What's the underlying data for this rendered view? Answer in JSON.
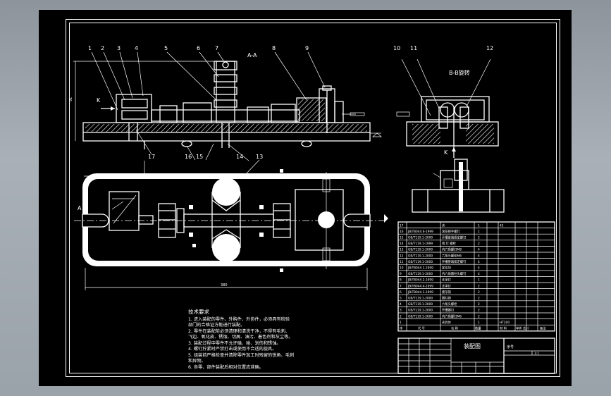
{
  "view_labels": {
    "section_aa": "A-A",
    "section_bb": "B-B旋转",
    "view_k_top": "K",
    "view_k_side": "K",
    "arrow_a": "A"
  },
  "part_callouts": [
    "1",
    "2",
    "3",
    "4",
    "5",
    "6",
    "7",
    "8",
    "9",
    "10",
    "11",
    "12",
    "13",
    "14",
    "15",
    "16",
    "17"
  ],
  "dimensions": {
    "height": "91",
    "length": "380"
  },
  "tech_notes": {
    "title": "技术要求",
    "lines": [
      "1. 进入装配的零件、外购件、外协件，必须具有检验",
      "部门的合格证方能进行装配。",
      "2. 零件在装配前必须清理和清洗干净，不得有毛刺、",
      "飞边、氧化皮、锈蚀、切屑、油污、着色剂和灰尘等。",
      "3. 装配过程中零件不允许磕、碰、划伤和锈蚀。",
      "4. 螺钉拧紧时严禁打击或使用不合适的旋具。",
      "5. 组装前严格检查并清除零件加工时残留的锐角、毛刺",
      "和异物。",
      "6. 各零、部件装配后相对位置应准确。"
    ]
  },
  "bom": {
    "rows": [
      {
        "no": "17",
        "code": "",
        "name": "夹",
        "qty": "1",
        "mat": "45",
        "note": ""
      },
      {
        "no": "16",
        "code": "JB/T8044.6-1999",
        "name": "滚花把手螺钉",
        "qty": "1",
        "mat": "",
        "note": ""
      },
      {
        "no": "15",
        "code": "GB/T119.1-2000",
        "name": "开槽锥端紧定螺钉",
        "qty": "2",
        "mat": "",
        "note": ""
      },
      {
        "no": "14",
        "code": "GB/T119.1-1999",
        "name": "销 钉 螺栓",
        "qty": "2",
        "mat": "",
        "note": ""
      },
      {
        "no": "13",
        "code": "GB/T119.1-2000",
        "name": "内六角螺钉M8",
        "qty": "4",
        "mat": "",
        "note": ""
      },
      {
        "no": "12",
        "code": "GB/T119.1-2000",
        "name": "六角头螺栓M6",
        "qty": "4",
        "mat": "",
        "note": ""
      },
      {
        "no": "11",
        "code": "GB/T119.1-2000",
        "name": "开槽锥端紧定螺钉",
        "qty": "4",
        "mat": "",
        "note": ""
      },
      {
        "no": "10",
        "code": "JB/T8044.1-1999",
        "name": "定位块",
        "qty": "4",
        "mat": "",
        "note": ""
      },
      {
        "no": "9",
        "code": "GB/T119.1-2000",
        "name": "内六角圆柱头螺钉",
        "qty": "4",
        "mat": "",
        "note": ""
      },
      {
        "no": "8",
        "code": "JB/T8044.2-1999",
        "name": "支承钉",
        "qty": "1",
        "mat": "",
        "note": ""
      },
      {
        "no": "7",
        "code": "JB/T8044.4-1999",
        "name": "支承钉",
        "qty": "2",
        "mat": "",
        "note": ""
      },
      {
        "no": "6",
        "code": "JB/T8044.1-1999",
        "name": "菱形销",
        "qty": "2",
        "mat": "",
        "note": ""
      },
      {
        "no": "5",
        "code": "GB/T119.1-2000",
        "name": "圆柱销",
        "qty": "2",
        "mat": "",
        "note": ""
      },
      {
        "no": "4",
        "code": "GB/T119.1-2000",
        "name": "六角头螺栓",
        "qty": "2",
        "mat": "",
        "note": ""
      },
      {
        "no": "3",
        "code": "GB/T119.1-2000",
        "name": "开槽螺钉",
        "qty": "2",
        "mat": "",
        "note": ""
      },
      {
        "no": "2",
        "code": "GB/T119.1-2000",
        "name": "内六角螺钉M6",
        "qty": "2",
        "mat": "",
        "note": ""
      },
      {
        "no": "1",
        "code": "",
        "name": "夹具体",
        "qty": "1",
        "mat": "HT200",
        "note": ""
      }
    ],
    "header": {
      "no": "序",
      "code": "代 号",
      "name": "名 称",
      "qty": "数量",
      "mat": "材 料",
      "weight": "单件 总计",
      "note": "备注"
    }
  },
  "title_block": {
    "drawing_title": "装配图",
    "field_no": "序号",
    "scale": "1:1"
  }
}
